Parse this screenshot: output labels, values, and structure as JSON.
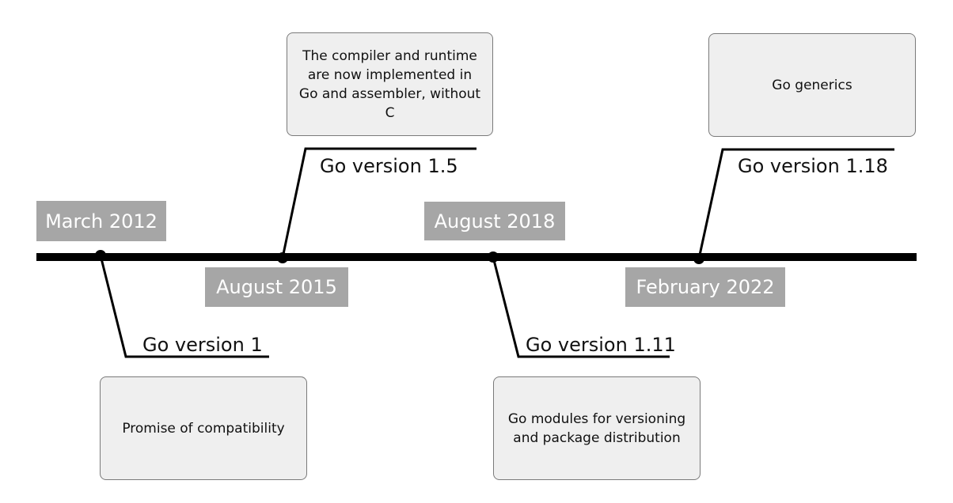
{
  "timeline": {
    "line_color": "#000000",
    "date_label_bg": "#a6a6a6",
    "box_bg": "#efefef",
    "events": [
      {
        "date": "March 2012",
        "version": "Go version 1",
        "description": "Promise of compatibility"
      },
      {
        "date": "August 2015",
        "version": "Go version 1.5",
        "description": "The compiler and runtime are now implemented in Go and assembler, without C"
      },
      {
        "date": "August 2018",
        "version": "Go version 1.11",
        "description": "Go modules for versioning and package distribution"
      },
      {
        "date": "February 2022",
        "version": "Go version 1.18",
        "description": "Go generics"
      }
    ]
  }
}
